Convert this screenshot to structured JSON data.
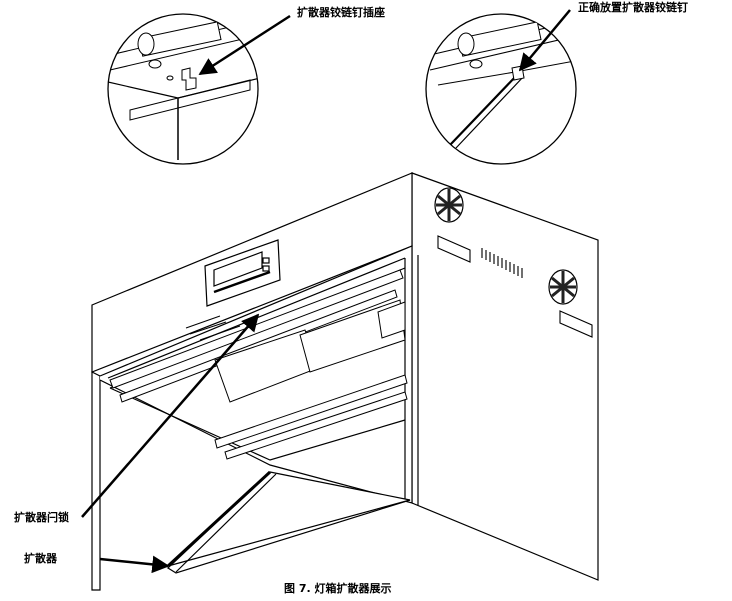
{
  "caption": "图 7. 灯箱扩散器展示",
  "labels": {
    "hinge_socket": "扩散器铰链钉插座",
    "correct_placement": "正确放置扩散器铰链钉",
    "diffuser_latch": "扩散器闩锁",
    "diffuser": "扩散器"
  },
  "colors": {
    "line": "#000000",
    "background": "#ffffff",
    "panel": "#ffffff",
    "grille": "#222222"
  }
}
